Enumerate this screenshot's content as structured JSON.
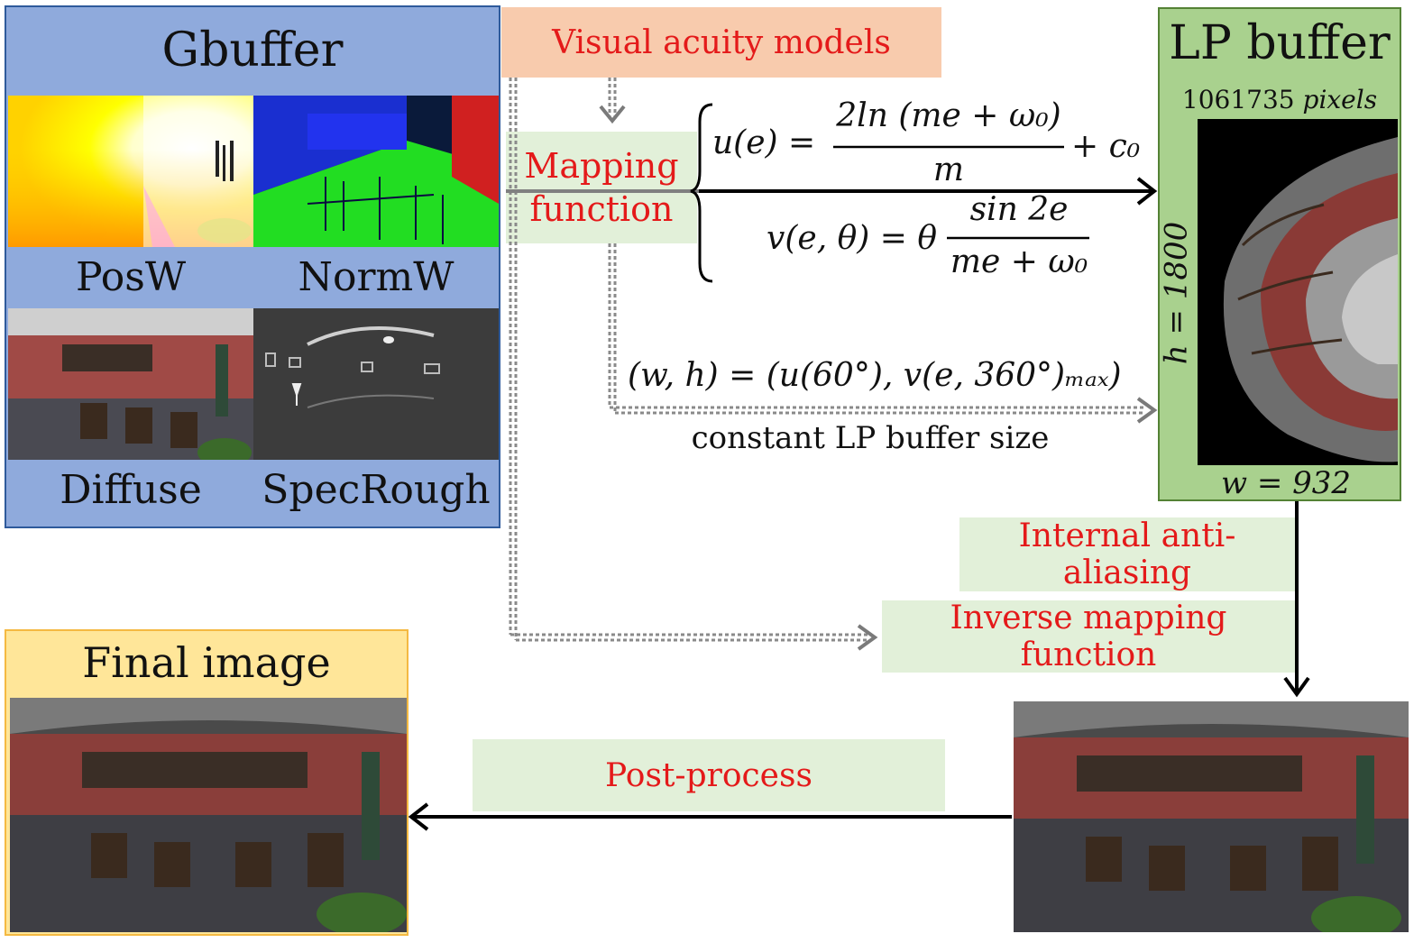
{
  "gbuffer": {
    "title": "Gbuffer",
    "labels": [
      "PosW",
      "NormW",
      "Diffuse",
      "SpecRough"
    ]
  },
  "acuity": {
    "label": "Visual acuity models"
  },
  "mapping": {
    "line1": "Mapping",
    "line2": "function"
  },
  "equations": {
    "u_lhs": "u(e) =",
    "u_num": "2ln (me + ω₀)",
    "u_den": "m",
    "u_tail": "+ c₀",
    "v_lhs": "v(e, θ) = θ",
    "v_num": "sin 2e",
    "v_den": "me + ω₀",
    "size_eq": "(w, h) = (u(60°), v(e, 360°)ₘₐₓ)",
    "size_note": "constant LP buffer size"
  },
  "lpbuffer": {
    "title": "LP buffer",
    "pixels_value": "1061735",
    "pixels_unit": "pixels",
    "height_label": "h = 1800",
    "width_label": "w = 932"
  },
  "steps": {
    "antialias": "Internal anti-aliasing",
    "inverse": "Inverse mapping function",
    "postprocess": "Post-process"
  },
  "final": {
    "title": "Final image"
  },
  "colors": {
    "gbuffer_bg": "#8faadc",
    "acuity_bg": "#f8cbad",
    "lp_bg": "#a9d18e",
    "step_bg": "#e2f0d9",
    "final_bg": "#ffe699",
    "label_text": "#e41a1a"
  }
}
